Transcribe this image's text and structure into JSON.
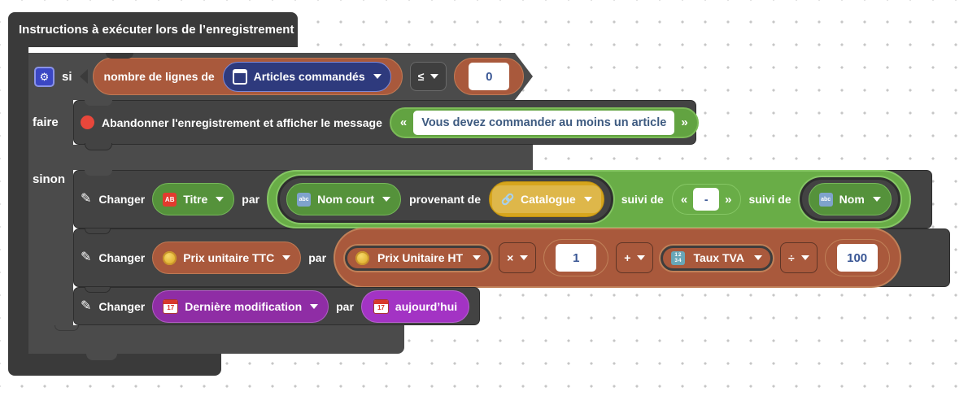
{
  "title": "Instructions à exécuter lors de l’enregistrement",
  "labels": {
    "if": "si",
    "do": "faire",
    "else": "sinon",
    "set_verb": "Changer",
    "set_par": "par"
  },
  "condition": {
    "lhs": "nombre de lignes de",
    "table": "Articles commandés",
    "operator": "≤",
    "value": "0"
  },
  "abort": {
    "label": "Abandonner l'enregistrement et afficher le message",
    "quote_open": "«",
    "quote_close": "»",
    "message": "Vous devez commander au moins un article"
  },
  "set_title": {
    "field": "Titre",
    "part1": "Nom court",
    "from_label": "provenant de",
    "link_table": "Catalogue",
    "then_label1": "suivi de",
    "separator": "-",
    "then_label2": "suivi de",
    "part2": "Nom"
  },
  "set_price": {
    "field": "Prix unitaire TTC",
    "operand": "Prix Unitaire HT",
    "op_mul": "×",
    "num1": "1",
    "op_add": "+",
    "tax_field": "Taux TVA",
    "op_div": "÷",
    "num2": "100"
  },
  "set_date": {
    "field": "Dernière modification",
    "value": "aujourd’hui"
  },
  "icons": {
    "gear": "⚙",
    "pencil": "✎",
    "text_ab": "AB",
    "text_abc": "abc",
    "digits_row1": "12",
    "digits_row2": "34",
    "calendar_day": "17"
  },
  "colors": {
    "block_outer": "#3a3a3a",
    "block_if": "#4b4b4b",
    "block_statement": "#434343",
    "orange": "#a9593c",
    "blue": "#2e3a7d",
    "green": "#55923b",
    "green_container": "#69ad47",
    "amber": "#d6a51d",
    "purple": "#8f2da5",
    "purple_bright": "#a333c4",
    "stop_red": "#e8473b",
    "field_text": "#3a5795",
    "grid_dot": "#c6c6c6"
  }
}
